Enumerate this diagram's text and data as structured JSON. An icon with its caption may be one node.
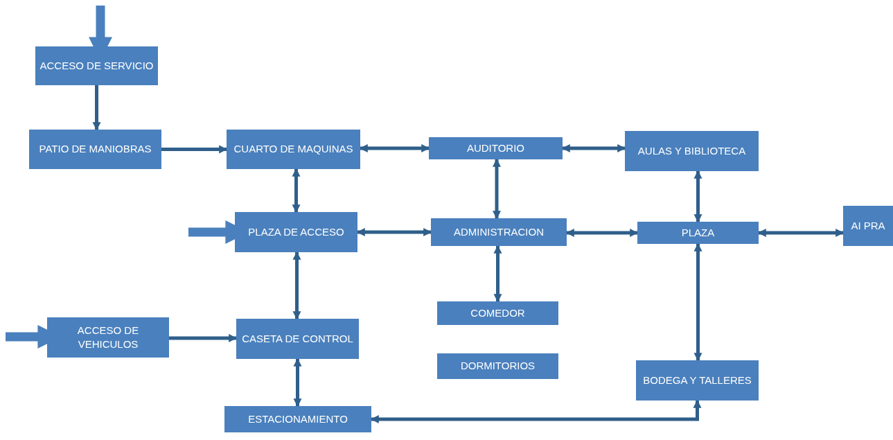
{
  "diagram": {
    "nodes": [
      {
        "text": [
          "ACCESO  DE SERVICIO"
        ]
      },
      {
        "text": [
          "PATIO DE MANIOBRAS"
        ]
      },
      {
        "text": [
          "CUARTO DE MAQUINAS"
        ]
      },
      {
        "text": [
          "AUDITORIO"
        ]
      },
      {
        "text": [
          "AULAS Y BIBLIOTECA"
        ]
      },
      {
        "text": [
          "PLAZA DE ACCESO"
        ]
      },
      {
        "text": [
          "ADMINISTRACION"
        ]
      },
      {
        "text": [
          "PLAZA"
        ]
      },
      {
        "text": [
          "AI PRA"
        ]
      },
      {
        "text": [
          "ACCESO DE VEHICULOS"
        ]
      },
      {
        "text": [
          "CASETA DE CONTROL"
        ]
      },
      {
        "text": [
          "COMEDOR"
        ]
      },
      {
        "text": [
          "DORMITORIOS"
        ]
      },
      {
        "text": [
          "BODEGA Y TALLERES"
        ]
      },
      {
        "text": [
          "ESTACIONAMIENTO"
        ]
      }
    ],
    "edges": [
      {
        "from": null,
        "to": 0,
        "arrow": "to",
        "style": "thick",
        "color": "#4a80bd"
      },
      {
        "from": 0,
        "to": 1,
        "arrow": "to"
      },
      {
        "from": 1,
        "to": 2,
        "arrow": "to"
      },
      {
        "from": 2,
        "to": 3,
        "arrow": "both"
      },
      {
        "from": 3,
        "to": 4,
        "arrow": "both"
      },
      {
        "from": 2,
        "to": 5,
        "arrow": "both"
      },
      {
        "from": null,
        "to": 5,
        "arrow": "to",
        "style": "thick",
        "color": "#4a80bd"
      },
      {
        "from": 5,
        "to": 6,
        "arrow": "both"
      },
      {
        "from": 3,
        "to": 6,
        "arrow": "both"
      },
      {
        "from": 6,
        "to": 7,
        "arrow": "both"
      },
      {
        "from": 4,
        "to": 7,
        "arrow": "both"
      },
      {
        "from": 7,
        "to": 8,
        "arrow": "both"
      },
      {
        "from": 6,
        "to": 11,
        "arrow": "both"
      },
      {
        "from": 5,
        "to": 10,
        "arrow": "both"
      },
      {
        "from": null,
        "to": 9,
        "arrow": "to",
        "style": "thick",
        "color": "#4a80bd"
      },
      {
        "from": 9,
        "to": 10,
        "arrow": "to"
      },
      {
        "from": 10,
        "to": 14,
        "arrow": "both"
      },
      {
        "from": 7,
        "to": 13,
        "arrow": "both"
      },
      {
        "from": 14,
        "to": 13,
        "arrow": "both"
      }
    ]
  }
}
